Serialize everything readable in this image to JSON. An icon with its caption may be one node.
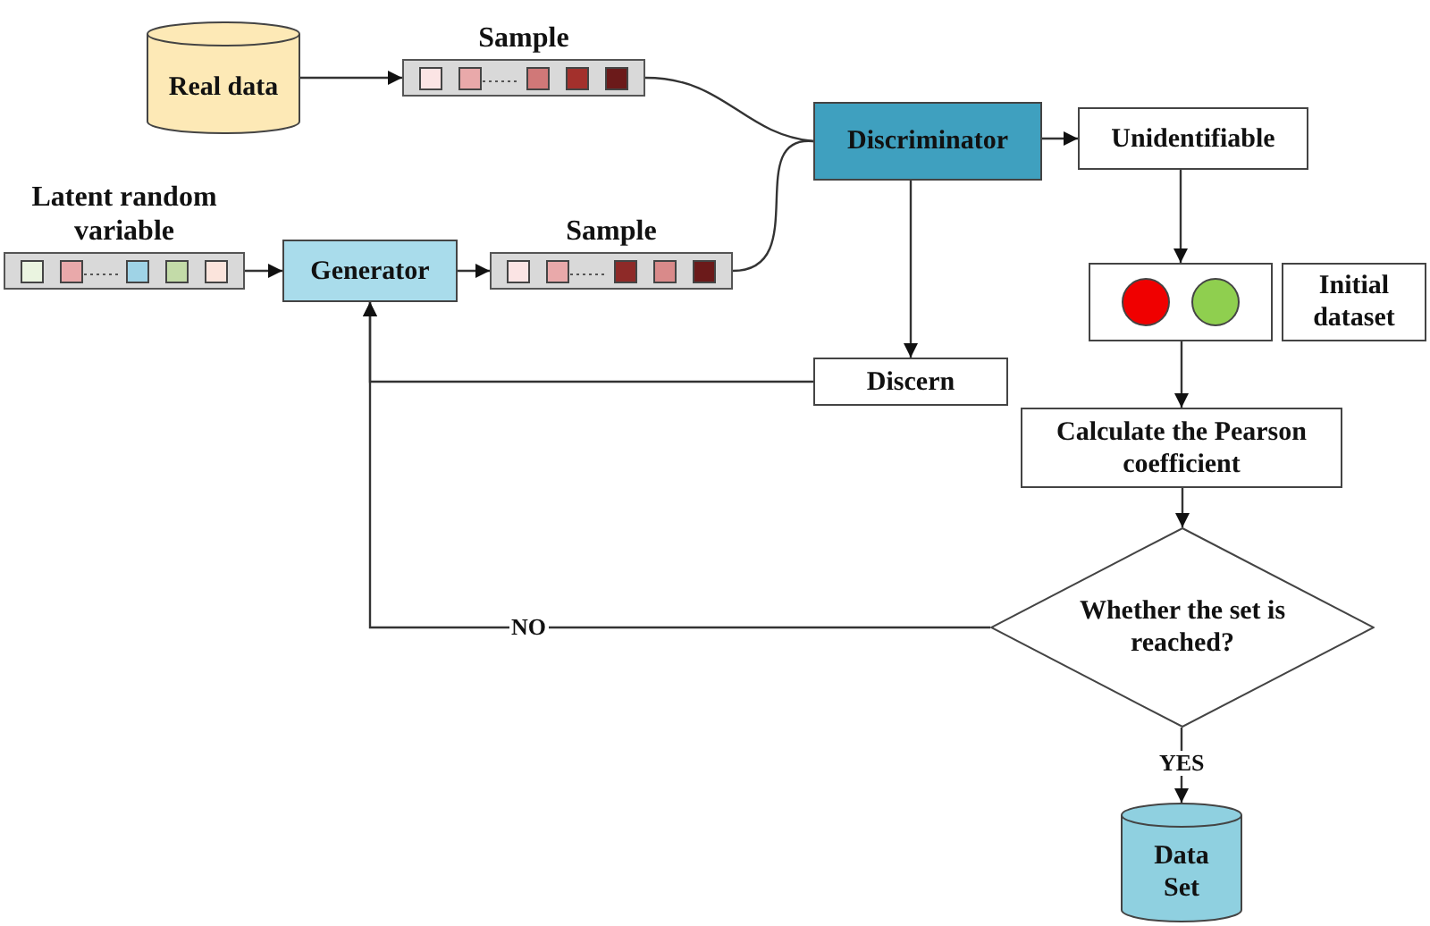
{
  "diagram": {
    "nodes": [
      {
        "text": [
          "Real data"
        ]
      },
      {
        "text": [
          "Sample"
        ]
      },
      {
        "text": [
          "Latent random variable"
        ]
      },
      {
        "text": [
          "Generator"
        ]
      },
      {
        "text": [
          "Sample"
        ]
      },
      {
        "text": [
          "Discriminator"
        ]
      },
      {
        "text": [
          "Unidentifiable"
        ]
      },
      {
        "text": [],
        "shape": "box"
      },
      {
        "text": [
          "Initial dataset"
        ]
      },
      {
        "text": [
          "Discern"
        ]
      },
      {
        "text": [
          "Calculate the Pearson coefficient"
        ]
      },
      {
        "text": [
          "Whether the set is reached?"
        ]
      },
      {
        "text": [
          "Data Set"
        ]
      }
    ],
    "edges": [
      {
        "from": 0,
        "to": 1,
        "arrow": "to"
      },
      {
        "from": 1,
        "to": 5,
        "arrow": "none"
      },
      {
        "from": 4,
        "to": 5,
        "arrow": "none"
      },
      {
        "from": 2,
        "to": 3,
        "arrow": "to"
      },
      {
        "from": 3,
        "to": 4,
        "arrow": "to"
      },
      {
        "from": 5,
        "to": 6,
        "arrow": "to"
      },
      {
        "from": 5,
        "to": 9,
        "arrow": "to"
      },
      {
        "from": 6,
        "to": 7,
        "arrow": "to"
      },
      {
        "from": 7,
        "to": 10,
        "arrow": "to"
      },
      {
        "from": 10,
        "to": 11,
        "arrow": "to"
      },
      {
        "from": 9,
        "to": 3,
        "arrow": "to"
      },
      {
        "from": 11,
        "to": 3,
        "arrow": "to",
        "label": "NO"
      },
      {
        "from": 11,
        "to": 12,
        "arrow": "to",
        "label": "YES"
      }
    ]
  }
}
